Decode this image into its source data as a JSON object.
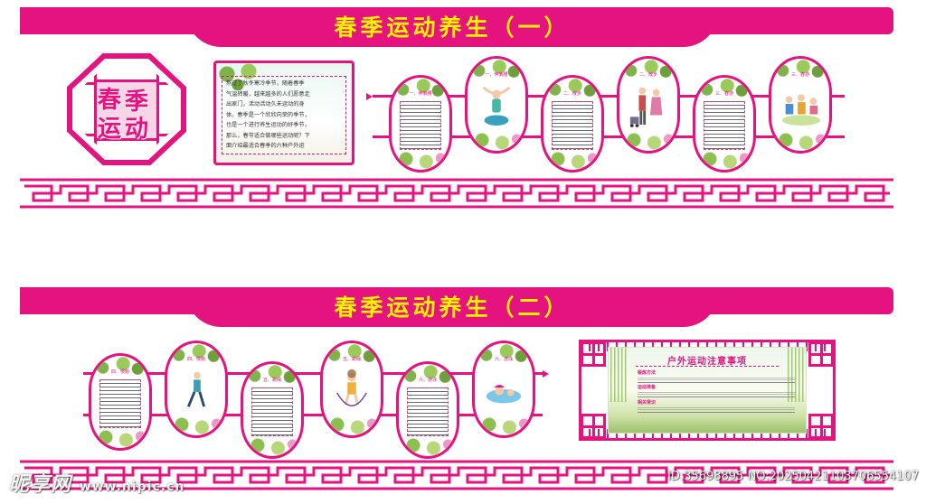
{
  "colors": {
    "magenta": "#e4137f",
    "title_yellow": "#fff200",
    "leaf_green": "#7fb24a"
  },
  "section1": {
    "title": "春季运动养生（一）",
    "logo": {
      "char1": "春",
      "char2": "季",
      "char3": "运",
      "char4": "动"
    },
    "intro_text": "熬过了秋冬寒冷季节，随着春季\n气温转暖，越来越多的人们愿意走\n出家门，活动活动久未运动的身\n体。春季是一个欣欣向荣的季节，\n也是一个进行养生运动的好季节，\n那么，春节适合做哪些运动呢？下\n面介绍最适合春季的六种户外运",
    "ovals": [
      {
        "label": "一、伸懒腰",
        "kind": "text"
      },
      {
        "label": "一、伸懒腰",
        "kind": "picture",
        "icon": "stretch-figure-icon"
      },
      {
        "label": "二、散步",
        "kind": "text"
      },
      {
        "label": "二、散步",
        "kind": "picture",
        "icon": "walking-family-icon"
      },
      {
        "label": "三、春游",
        "kind": "text"
      },
      {
        "label": "三、春游",
        "kind": "picture",
        "icon": "picnic-family-icon"
      }
    ]
  },
  "section2": {
    "title": "春季运动养生（二）",
    "ovals": [
      {
        "label": "四、慢跑",
        "kind": "text"
      },
      {
        "label": "四、慢跑",
        "kind": "picture",
        "icon": "jogging-figure-icon"
      },
      {
        "label": "五、跳绳",
        "kind": "text"
      },
      {
        "label": "五、跳绳",
        "kind": "picture",
        "icon": "jump-rope-figure-icon"
      },
      {
        "label": "六、游泳",
        "kind": "text"
      },
      {
        "label": "六、游泳",
        "kind": "picture",
        "icon": "swimming-figure-icon"
      }
    ],
    "notice": {
      "title": "户外运动注意事项",
      "items": [
        "锻炼方法",
        "运动准备",
        "相关常识"
      ]
    }
  },
  "watermark": {
    "left": "昵享网",
    "left_url": "www.nipic.cn",
    "right": "ID:35698895 NO:20250421103706554107"
  }
}
